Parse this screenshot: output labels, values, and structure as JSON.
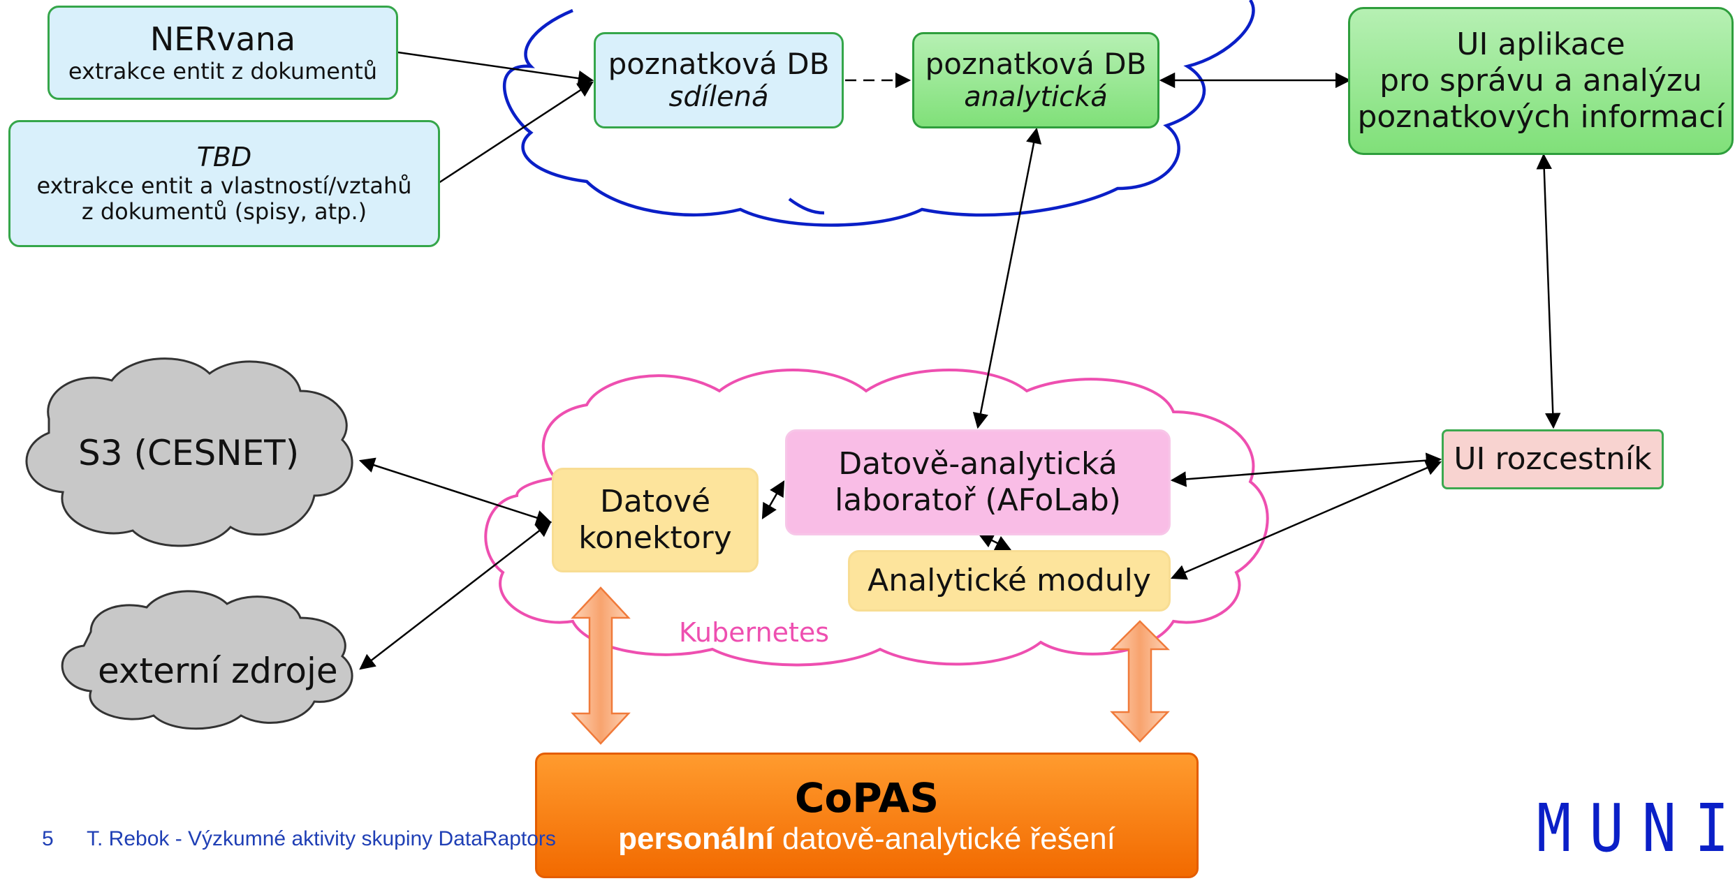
{
  "nervana": {
    "title": "NERvana",
    "subtitle": "extrakce entit z dokumentů"
  },
  "tbd": {
    "title": "TBD",
    "line1": "extrakce entit a vlastností/vztahů",
    "line2": "z dokumentů (spisy, atp.)"
  },
  "db_shared": {
    "title": "poznatková DB",
    "subtitle": "sdílená"
  },
  "db_analytic": {
    "title": "poznatková DB",
    "subtitle": "analytická"
  },
  "ui_app": {
    "line1": "UI aplikace",
    "line2": "pro správu a analýzu",
    "line3": "poznatkových informací"
  },
  "s3": {
    "label": "S3 (CESNET)"
  },
  "external": {
    "label": "externí zdroje"
  },
  "connectors": {
    "line1": "Datové",
    "line2": "konektory"
  },
  "lab": {
    "line1": "Datově-analytická",
    "line2": "laboratoř (AFoLab)"
  },
  "modules": {
    "label": "Analytické moduly"
  },
  "kubernetes": {
    "label": "Kubernetes"
  },
  "ui_router": {
    "label": "UI rozcestník"
  },
  "copas": {
    "title": "CoPAS",
    "bold": "personální",
    "rest": " datově-analytické řešení"
  },
  "footer": {
    "page": "5",
    "text": "T. Rebok - Výzkumné aktivity skupiny DataRaptors"
  },
  "logo": {
    "text": "MUNI"
  },
  "colors": {
    "blue_cloud": "#0a1fc7",
    "pink_cloud": "#ee4fb0",
    "copas_orange": "#f57a10",
    "arrow_orange": "#f5a878"
  }
}
